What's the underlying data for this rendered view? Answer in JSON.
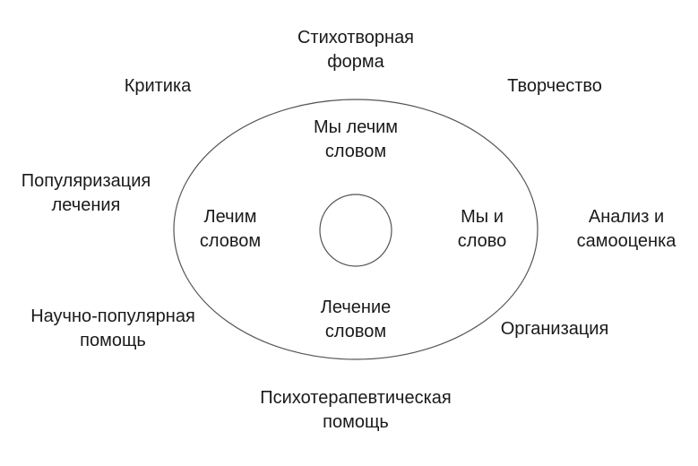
{
  "diagram": {
    "outer_labels": {
      "top": "Стихотворная\nформа",
      "top_left": "Критика",
      "top_right": "Творчество",
      "left_upper": "Популяризация\nлечения",
      "right_middle": "Анализ и\nсамооценка",
      "left_lower": "Научно-популярная\nпомощь",
      "right_lower": "Организация",
      "bottom": "Психотерапевтическая\nпомощь"
    },
    "inner_labels": {
      "top": "Мы лечим\nсловом",
      "left": "Лечим\nсловом",
      "right": "Мы и\nслово",
      "bottom": "Лечение\nсловом"
    },
    "colors": {
      "stroke": "#555555",
      "text": "#1a1a1a",
      "background": "#ffffff"
    }
  }
}
